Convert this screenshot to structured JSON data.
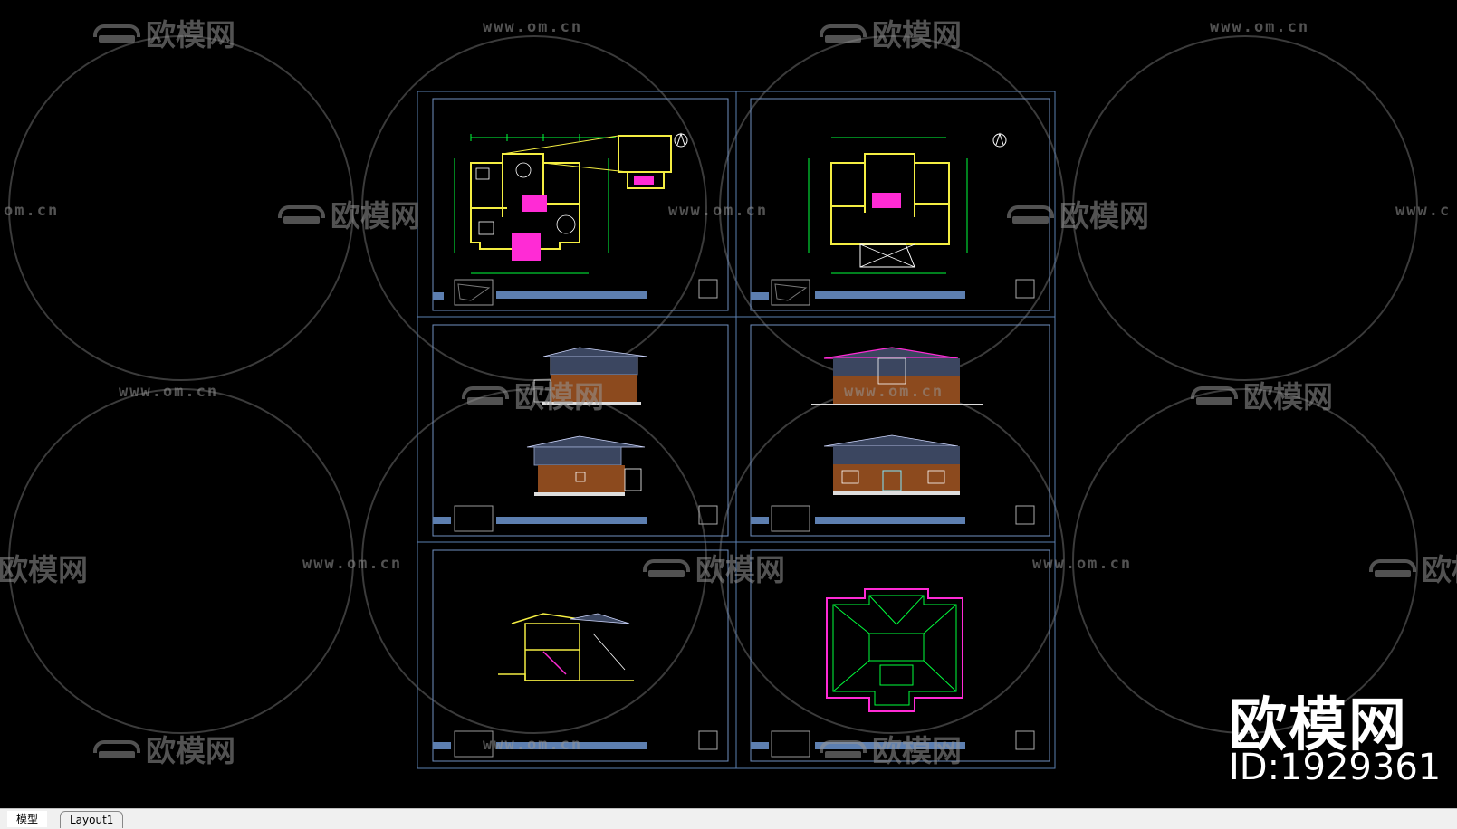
{
  "watermarks": {
    "logo_text": "欧模网",
    "url_text": "www.om.cn",
    "url_fragment": "om.cn",
    "url_fragment_right": "www.c"
  },
  "brand": {
    "title": "欧模网",
    "id_label": "ID:1929361"
  },
  "tabs": [
    {
      "label": "模型"
    },
    {
      "label": "Layout1"
    }
  ],
  "colors": {
    "background": "#000000",
    "sheet_border": "#5a7fb0",
    "wall": "#f4ee42",
    "dimension": "#00ff3c",
    "highlight": "#ff2bd5",
    "brick": "#8c4a1e",
    "roof": "#3b4660",
    "title_bar": "#5d7fb0",
    "watermark": "#8f8f8f"
  }
}
